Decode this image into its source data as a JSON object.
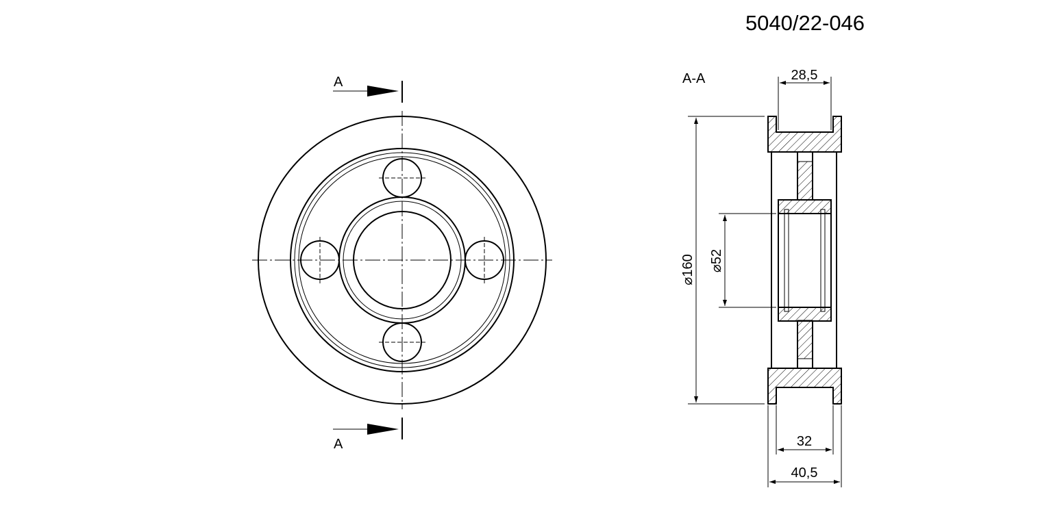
{
  "drawing_number": "5040/22-046",
  "section_label": "A-A",
  "cut_labels": {
    "top": "A",
    "bottom": "A"
  },
  "dimensions": {
    "width_top": "28,5",
    "outer_diameter": "160",
    "bore_diameter": "52",
    "width_inner": "32",
    "width_overall": "40,5"
  },
  "symbols": {
    "diameter": "⌀"
  },
  "colors": {
    "line": "#000000",
    "background": "#ffffff"
  }
}
